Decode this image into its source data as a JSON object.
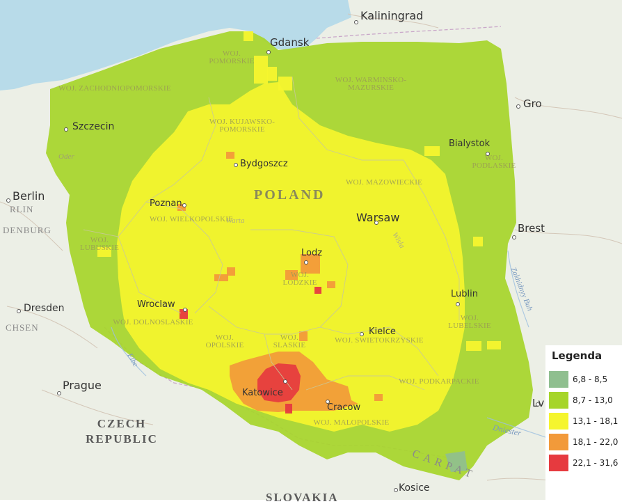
{
  "map": {
    "cities": [
      {
        "name": "Gdansk",
        "key": "gdansk"
      },
      {
        "name": "Kaliningrad",
        "key": "kaliningrad"
      },
      {
        "name": "Szczecin",
        "key": "szczecin"
      },
      {
        "name": "Bydgoszcz",
        "key": "bydgoszcz"
      },
      {
        "name": "Bialystok",
        "key": "bialystok"
      },
      {
        "name": "Berlin",
        "key": "berlin"
      },
      {
        "name": "Poznan",
        "key": "poznan"
      },
      {
        "name": "Warsaw",
        "key": "warsaw"
      },
      {
        "name": "Brest",
        "key": "brest"
      },
      {
        "name": "Lodz",
        "key": "lodz"
      },
      {
        "name": "Dresden",
        "key": "dresden"
      },
      {
        "name": "Wroclaw",
        "key": "wroclaw"
      },
      {
        "name": "Lublin",
        "key": "lublin"
      },
      {
        "name": "Kielce",
        "key": "kielce"
      },
      {
        "name": "Prague",
        "key": "prague"
      },
      {
        "name": "Katowice",
        "key": "katowice"
      },
      {
        "name": "Cracow",
        "key": "cracow"
      },
      {
        "name": "Kosice",
        "key": "kosice"
      },
      {
        "name": "Gro",
        "key": "gro"
      },
      {
        "name": "Lv",
        "key": "lv"
      }
    ],
    "voivodeships": [
      {
        "name": "WOJ. POMORSKIE",
        "key": "pomorskie"
      },
      {
        "name": "WOJ. ZACHODNIOPOMORSKIE",
        "key": "zachodniopomorskie"
      },
      {
        "name": "WOJ. WARMINSKO-MAZURSKIE",
        "key": "warminsko"
      },
      {
        "name": "WOJ. KUJAWSKO-POMORSKIE",
        "key": "kujawsko"
      },
      {
        "name": "WOJ. PODLASKIE",
        "key": "podlaskie"
      },
      {
        "name": "WOJ. MAZOWIECKIE",
        "key": "mazowieckie"
      },
      {
        "name": "WOJ. WIELKOPOLSKIE",
        "key": "wielkopolskie"
      },
      {
        "name": "WOJ. LUBUSKIE",
        "key": "lubuskie"
      },
      {
        "name": "WOJ. LODZKIE",
        "key": "lodzkie"
      },
      {
        "name": "WOJ. LUBELSKIE",
        "key": "lubelskie"
      },
      {
        "name": "WOJ. DOLNOSLASKIE",
        "key": "dolnoslaskie"
      },
      {
        "name": "WOJ. OPOLSKIE",
        "key": "opolskie"
      },
      {
        "name": "WOJ. SLASKIE",
        "key": "slaskie"
      },
      {
        "name": "WOJ. SWIETOKRZYSKIE",
        "key": "swietokrzyskie"
      },
      {
        "name": "WOJ. PODKARPACKIE",
        "key": "podkarpackie"
      },
      {
        "name": "WOJ. MALOPOLSKIE",
        "key": "malopolskie"
      }
    ],
    "countries": [
      {
        "name": "POLAND",
        "key": "poland"
      },
      {
        "name": "CZECH REPUBLIC",
        "key": "czech"
      },
      {
        "name": "SLOVAKIA",
        "key": "slovakia"
      }
    ],
    "regions": [
      {
        "name": "RLIN",
        "key": "rlin"
      },
      {
        "name": "DENBURG",
        "key": "denburg"
      },
      {
        "name": "CHSEN",
        "key": "chsen"
      },
      {
        "name": "CARPAT",
        "key": "carpat"
      }
    ],
    "rivers": [
      {
        "name": "Elbe",
        "key": "elbe"
      },
      {
        "name": "Dniester",
        "key": "dniester"
      },
      {
        "name": "Zakhidnyy Buh",
        "key": "buh"
      },
      {
        "name": "Wisla",
        "key": "wisla"
      },
      {
        "name": "Oder",
        "key": "oder"
      },
      {
        "name": "Warta",
        "key": "warta"
      }
    ]
  },
  "legend": {
    "title": "Legenda",
    "items": [
      {
        "label": "6,8 - 8,5",
        "color": "#8fbf8f"
      },
      {
        "label": "8,7 - 13,0",
        "color": "#a6d52a"
      },
      {
        "label": "13,1 - 18,1",
        "color": "#f5f52e"
      },
      {
        "label": "18,1 - 22,0",
        "color": "#f29a3a"
      },
      {
        "label": "22,1 - 31,6",
        "color": "#e63a3f"
      }
    ]
  },
  "colors": {
    "sea": "#b8dbe9",
    "land": "#ecefe6",
    "low": "#8fbf8f",
    "green": "#a6d52a",
    "yellow": "#f5f52e",
    "orange": "#f29a3a",
    "red": "#e63a3f"
  }
}
